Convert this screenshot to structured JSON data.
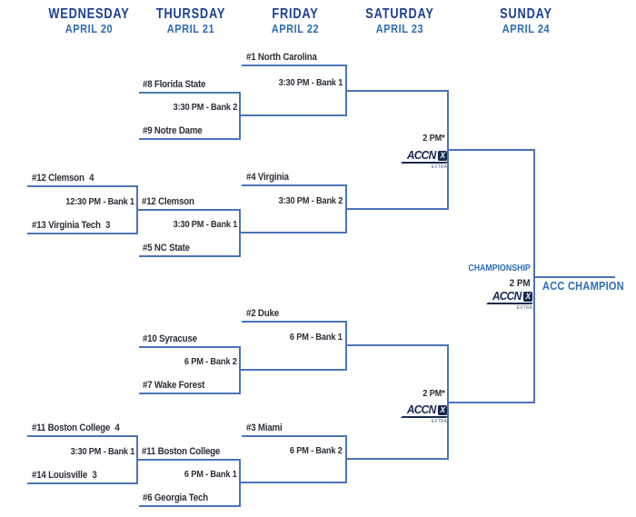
{
  "colors": {
    "line": "#4a74b8",
    "day_header": "#1e3f95",
    "date_header": "#2f6cb5",
    "team_text": "#2a2f36",
    "championship_blue": "#2f6cb5",
    "logo_navy": "#16294d",
    "background": "#ffffff"
  },
  "header": {
    "days": [
      {
        "day": "WEDNESDAY",
        "date": "APRIL 20"
      },
      {
        "day": "THURSDAY",
        "date": "APRIL 21"
      },
      {
        "day": "FRIDAY",
        "date": "APRIL 22"
      },
      {
        "day": "SATURDAY",
        "date": "APRIL 23"
      },
      {
        "day": "SUNDAY",
        "date": "APRIL 24"
      }
    ]
  },
  "games": {
    "wed1": {
      "top": "#12 Clemson",
      "top_score": "4",
      "bottom": "#13 Virginia Tech",
      "bottom_score": "3",
      "time": "12:30 PM - Bank 1"
    },
    "wed2": {
      "top": "#11 Boston College",
      "top_score": "4",
      "bottom": "#14 Louisville",
      "bottom_score": "3",
      "time": "3:30 PM - Bank 1"
    },
    "thu1": {
      "top": "#8 Florida State",
      "bottom": "#9 Notre Dame",
      "time": "3:30 PM - Bank 2"
    },
    "thu2": {
      "top": "#12 Clemson",
      "bottom": "#5 NC State",
      "time": "3:30 PM - Bank 1"
    },
    "thu3": {
      "top": "#10 Syracuse",
      "bottom": "#7 Wake Forest",
      "time": "6 PM - Bank 2"
    },
    "thu4": {
      "top": "#11 Boston College",
      "bottom": "#6 Georgia Tech",
      "time": "6 PM - Bank 1"
    },
    "fri1": {
      "top": "#1 North Carolina",
      "time": "3:30 PM - Bank 1"
    },
    "fri2": {
      "top": "#4 Virginia",
      "time": "3:30 PM - Bank 2"
    },
    "fri3": {
      "top": "#2 Duke",
      "time": "6 PM - Bank 1"
    },
    "fri4": {
      "top": "#3 Miami",
      "time": "6 PM - Bank 2"
    },
    "semi1": {
      "time": "2 PM*"
    },
    "semi2": {
      "time": "2 PM*"
    },
    "final": {
      "label": "CHAMPIONSHIP",
      "time": "2 PM"
    }
  },
  "champion": {
    "label": "ACC CHAMPION"
  },
  "accn_logo": {
    "text": "ACCN",
    "x_mark": "X",
    "sub": "EXTRA"
  }
}
